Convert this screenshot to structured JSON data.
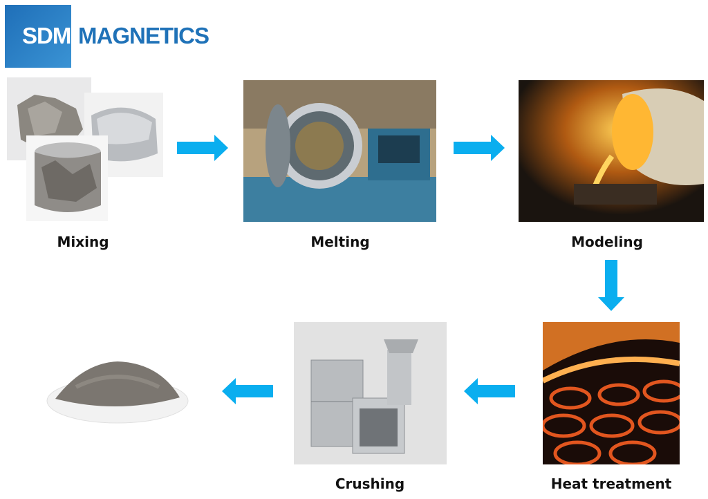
{
  "logo": {
    "part1": "SDM",
    "part2": "MAGNETICS",
    "box_color": "#2a80c6",
    "text_color": "#1f72b8"
  },
  "arrow_color": "#0aaeef",
  "steps": [
    {
      "label": "Mixing",
      "image": "raw-metal-chunks"
    },
    {
      "label": "Melting",
      "image": "vacuum-furnace"
    },
    {
      "label": "Modeling",
      "image": "pouring-molten-metal"
    },
    {
      "label": "Heat treatment",
      "image": "glowing-rings-furnace"
    },
    {
      "label": "Crushing",
      "image": "crushing-machine"
    },
    {
      "label": "",
      "image": "magnetic-powder-dish"
    }
  ]
}
